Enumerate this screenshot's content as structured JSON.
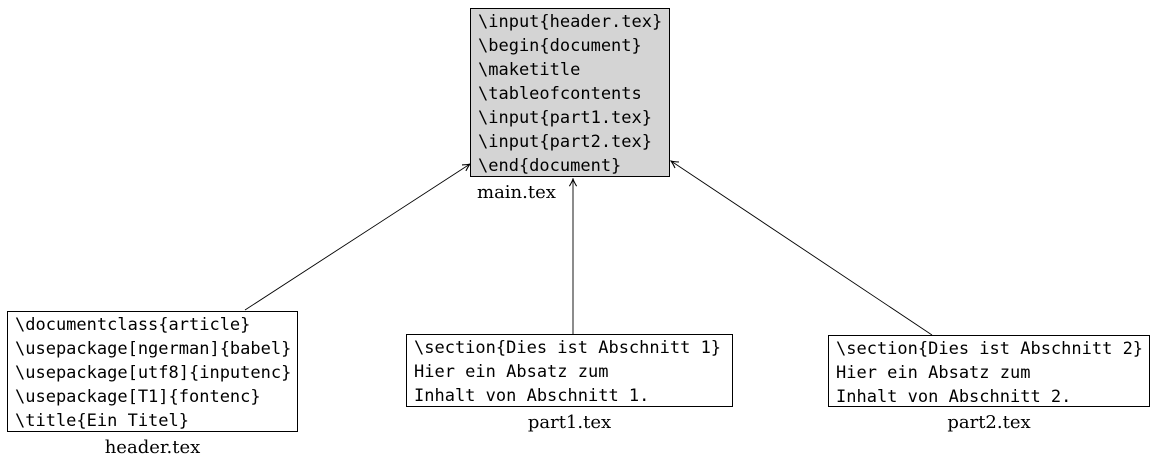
{
  "diagram": {
    "description": "LaTeX multi-file document structure: header.tex, part1.tex and part2.tex are included into main.tex",
    "colors": {
      "background": "#ffffff",
      "main_box_fill": "#d4d4d4",
      "box_fill": "#ffffff",
      "box_border": "#000000",
      "edge": "#000000",
      "text": "#000000"
    },
    "nodes": {
      "main": {
        "label": "main.tex",
        "code": [
          "\\input{header.tex}",
          "\\begin{document}",
          "\\maketitle",
          "\\tableofcontents",
          "\\input{part1.tex}",
          "\\input{part2.tex}",
          "\\end{document}"
        ]
      },
      "header": {
        "label": "header.tex",
        "code": [
          "\\documentclass{article}",
          "\\usepackage[ngerman]{babel}",
          "\\usepackage[utf8]{inputenc}",
          "\\usepackage[T1]{fontenc}",
          "\\title{Ein Titel}"
        ]
      },
      "part1": {
        "label": "part1.tex",
        "code": [
          "\\section{Dies ist Abschnitt 1}",
          "Hier ein Absatz zum",
          "Inhalt von Abschnitt 1."
        ]
      },
      "part2": {
        "label": "part2.tex",
        "code": [
          "\\section{Dies ist Abschnitt 2}",
          "Hier ein Absatz zum",
          "Inhalt von Abschnitt 2."
        ]
      }
    },
    "edges": [
      {
        "from": "header.tex",
        "to": "main.tex"
      },
      {
        "from": "part1.tex",
        "to": "main.tex"
      },
      {
        "from": "part2.tex",
        "to": "main.tex"
      }
    ]
  }
}
